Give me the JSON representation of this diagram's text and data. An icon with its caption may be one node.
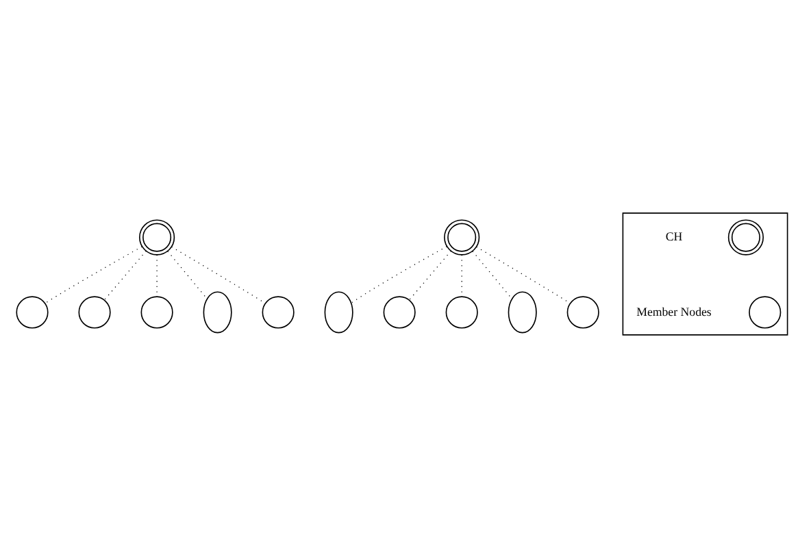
{
  "diagram": {
    "nodes": [
      {
        "text": [],
        "shape": "doublecircle"
      },
      {
        "text": [],
        "shape": "circle"
      },
      {
        "text": [],
        "shape": "circle"
      },
      {
        "text": [],
        "shape": "circle"
      },
      {
        "text": [],
        "shape": "ellipse"
      },
      {
        "text": [],
        "shape": "circle"
      },
      {
        "text": [],
        "shape": "doublecircle"
      },
      {
        "text": [],
        "shape": "ellipse"
      },
      {
        "text": [],
        "shape": "circle"
      },
      {
        "text": [],
        "shape": "circle"
      },
      {
        "text": [],
        "shape": "ellipse"
      },
      {
        "text": [],
        "shape": "circle"
      },
      {
        "text": [],
        "shape": "box"
      },
      {
        "text": [],
        "shape": "doublecircle",
        "in": 12
      },
      {
        "text": [],
        "shape": "circle",
        "in": 12
      }
    ],
    "edges": [
      {
        "from": 0,
        "to": 1,
        "arrow": "none",
        "style": "dashed"
      },
      {
        "from": 0,
        "to": 2,
        "arrow": "none",
        "style": "dashed"
      },
      {
        "from": 0,
        "to": 3,
        "arrow": "none",
        "style": "dashed"
      },
      {
        "from": 0,
        "to": 4,
        "arrow": "none",
        "style": "dashed"
      },
      {
        "from": 0,
        "to": 5,
        "arrow": "none",
        "style": "dashed"
      },
      {
        "from": 6,
        "to": 7,
        "arrow": "none",
        "style": "dashed"
      },
      {
        "from": 6,
        "to": 8,
        "arrow": "none",
        "style": "dashed"
      },
      {
        "from": 6,
        "to": 9,
        "arrow": "none",
        "style": "dashed"
      },
      {
        "from": 6,
        "to": 10,
        "arrow": "none",
        "style": "dashed"
      },
      {
        "from": 6,
        "to": 11,
        "arrow": "none",
        "style": "dashed"
      }
    ],
    "legend": [
      {
        "text": "CH"
      },
      {
        "text": "Member Nodes"
      }
    ]
  }
}
